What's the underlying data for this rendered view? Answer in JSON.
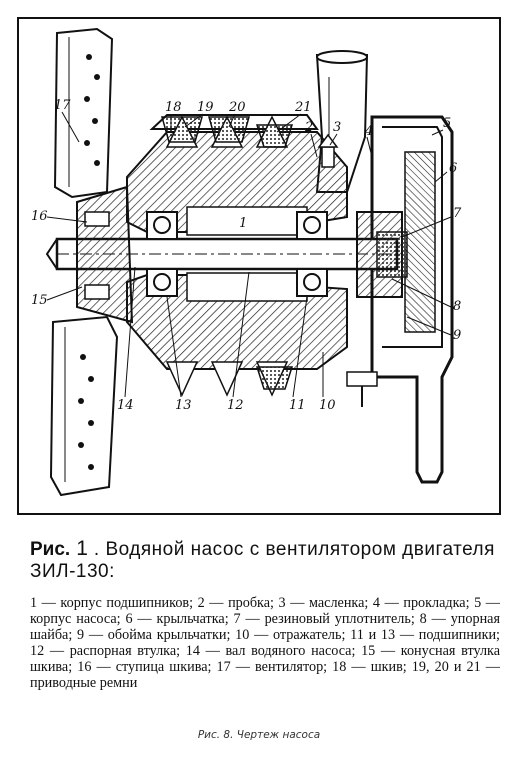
{
  "figure": {
    "part_numbers": [
      "1",
      "2",
      "3",
      "4",
      "5",
      "6",
      "7",
      "8",
      "9",
      "10",
      "11",
      "12",
      "13",
      "14",
      "15",
      "16",
      "17",
      "18",
      "19",
      "20",
      "21"
    ]
  },
  "caption": {
    "label": "Рис.",
    "number": "1",
    "title": ". Водяной насос с вентилятором двигателя ЗИЛ-130:",
    "legend": "1 — корпус подшипников; 2 — пробка; 3 — масленка; 4 — прокладка; 5 — корпус насоса; 6 — крыльчатка; 7 — резиновый уплотнитель; 8 — упорная шайба; 9 — обойма крыльчатки; 10 — отражатель; 11 и 13 — подшипники; 12 — распорная втулка; 14 — вал водяного насоса; 15 — конусная втулка шкива; 16 — ступица шкива; 17 — вентилятор; 18 — шкив; 19, 20 и 21 — приводные ремни"
  },
  "footer": {
    "text": "Рис. 8. Чертеж насоса"
  }
}
